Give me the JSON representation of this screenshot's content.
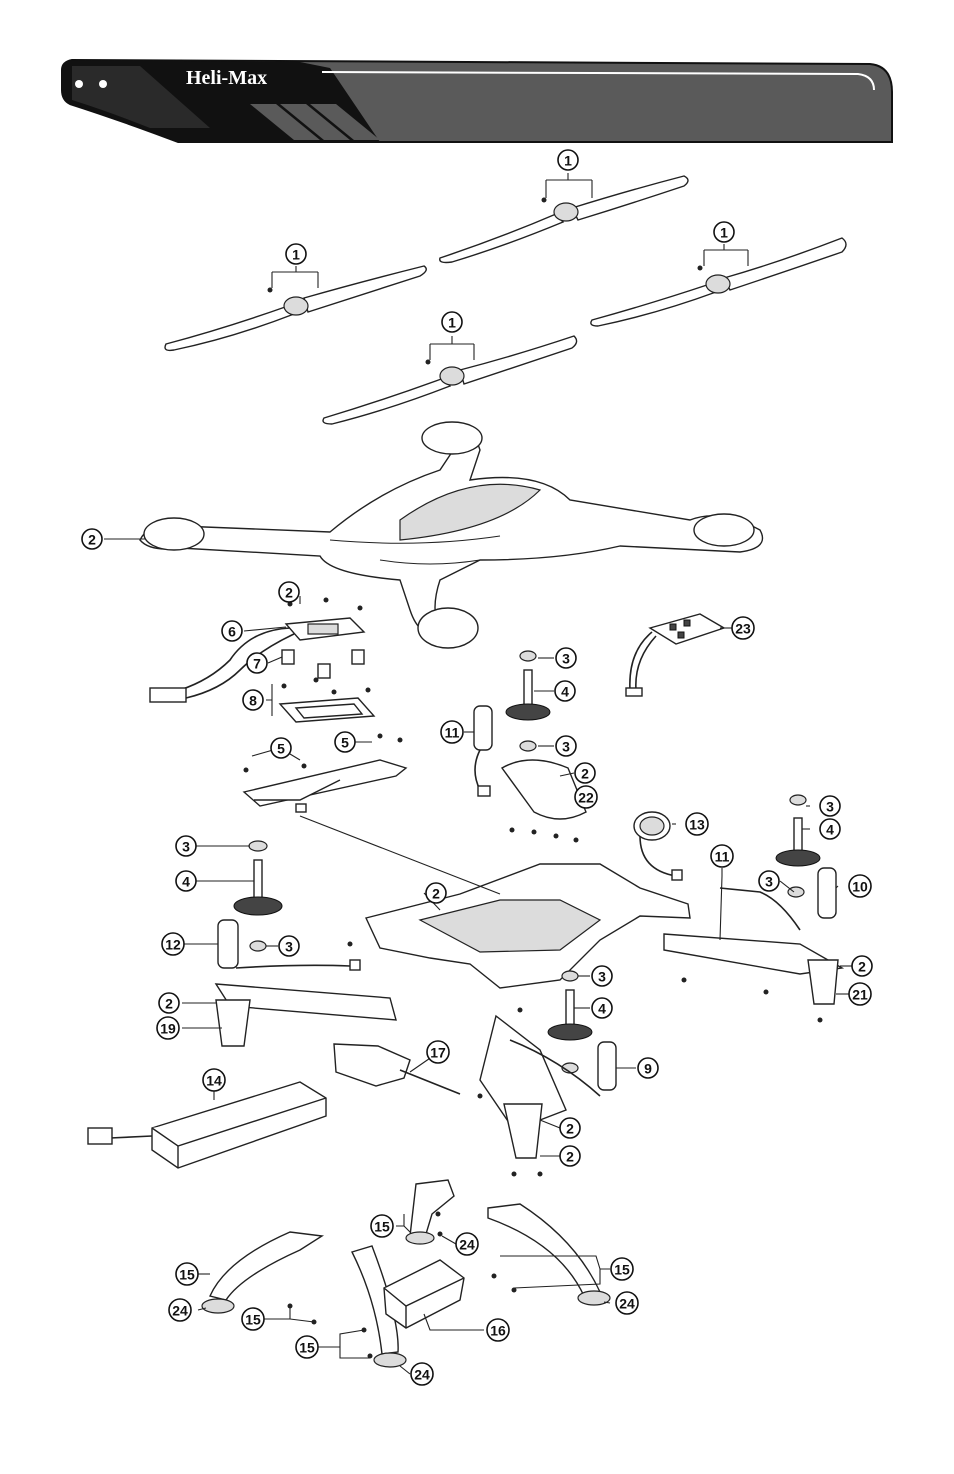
{
  "header": {
    "brand": "Heli-Max",
    "accent_color": "#5a5a5a",
    "dark_color": "#111111"
  },
  "callouts": [
    {
      "id": "c-1a",
      "label": "1"
    },
    {
      "id": "c-1b",
      "label": "1"
    },
    {
      "id": "c-1c",
      "label": "1"
    },
    {
      "id": "c-1d",
      "label": "1"
    },
    {
      "id": "c-2a",
      "label": "2"
    },
    {
      "id": "c-2b",
      "label": "2"
    },
    {
      "id": "c-6",
      "label": "6"
    },
    {
      "id": "c-7",
      "label": "7"
    },
    {
      "id": "c-8",
      "label": "8"
    },
    {
      "id": "c-5a",
      "label": "5"
    },
    {
      "id": "c-5b",
      "label": "5"
    },
    {
      "id": "c-23",
      "label": "23"
    },
    {
      "id": "c-3a",
      "label": "3"
    },
    {
      "id": "c-4a",
      "label": "4"
    },
    {
      "id": "c-11a",
      "label": "11"
    },
    {
      "id": "c-3b",
      "label": "3"
    },
    {
      "id": "c-2c",
      "label": "2"
    },
    {
      "id": "c-22",
      "label": "22"
    },
    {
      "id": "c-13",
      "label": "13"
    },
    {
      "id": "c-3c",
      "label": "3"
    },
    {
      "id": "c-4b",
      "label": "4"
    },
    {
      "id": "c-3d",
      "label": "3"
    },
    {
      "id": "c-4c",
      "label": "4"
    },
    {
      "id": "c-12",
      "label": "12"
    },
    {
      "id": "c-3e",
      "label": "3"
    },
    {
      "id": "c-2d",
      "label": "2"
    },
    {
      "id": "c-19",
      "label": "19"
    },
    {
      "id": "c-2e",
      "label": "2"
    },
    {
      "id": "c-11b",
      "label": "11"
    },
    {
      "id": "c-3f",
      "label": "3"
    },
    {
      "id": "c-10",
      "label": "10"
    },
    {
      "id": "c-2f",
      "label": "2"
    },
    {
      "id": "c-21",
      "label": "21"
    },
    {
      "id": "c-3g",
      "label": "3"
    },
    {
      "id": "c-4d",
      "label": "4"
    },
    {
      "id": "c-9",
      "label": "9"
    },
    {
      "id": "c-17",
      "label": "17"
    },
    {
      "id": "c-14",
      "label": "14"
    },
    {
      "id": "c-2g",
      "label": "2"
    },
    {
      "id": "c-2h",
      "label": "2"
    },
    {
      "id": "c-15a",
      "label": "15"
    },
    {
      "id": "c-24a",
      "label": "24"
    },
    {
      "id": "c-15b",
      "label": "15"
    },
    {
      "id": "c-24b",
      "label": "24"
    },
    {
      "id": "c-15c",
      "label": "15"
    },
    {
      "id": "c-15d",
      "label": "15"
    },
    {
      "id": "c-16",
      "label": "16"
    },
    {
      "id": "c-15e",
      "label": "15"
    },
    {
      "id": "c-24c",
      "label": "24"
    },
    {
      "id": "c-15f",
      "label": "15"
    },
    {
      "id": "c-24d",
      "label": "24"
    }
  ]
}
